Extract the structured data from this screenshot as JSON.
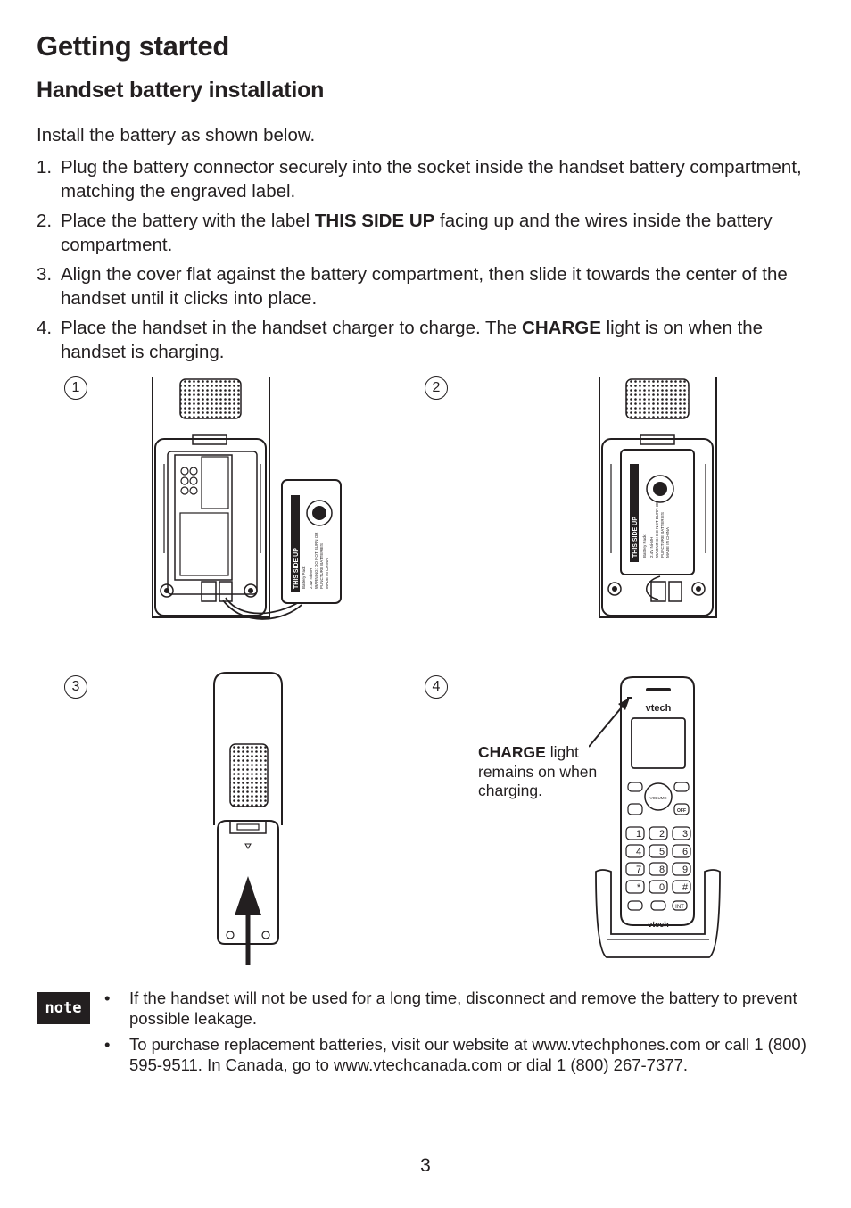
{
  "header": {
    "title": "Getting started",
    "subtitle": "Handset battery installation"
  },
  "intro": "Install the battery as shown below.",
  "steps": [
    {
      "num": "1.",
      "pre": "Plug the battery connector securely into the socket inside the handset battery compartment, matching the engraved label.",
      "bold": "",
      "post": ""
    },
    {
      "num": "2.",
      "pre": "Place the battery with the label ",
      "bold": "THIS SIDE UP",
      "post": " facing up and the wires inside the battery compartment."
    },
    {
      "num": "3.",
      "pre": "Align the cover flat against the battery compartment, then slide it towards the center of the handset until it clicks into place.",
      "bold": "",
      "post": ""
    },
    {
      "num": "4.",
      "pre": "Place the handset in the handset charger to charge. The ",
      "bold": "CHARGE",
      "post": " light is on when the handset is charging."
    }
  ],
  "figures": {
    "markers": [
      "1",
      "2",
      "3",
      "4"
    ],
    "battery_label": "THIS SIDE UP",
    "battery_small": [
      "Battery Pack",
      "2.4V Ni-MH",
      "WARNING: DO NOT BURN OR",
      "PUNCTURE BATTERIES",
      "MADE IN CHINA"
    ],
    "brand": "vtech",
    "key_labels": [
      "1",
      "2",
      "3",
      "4",
      "5",
      "6",
      "7",
      "8",
      "9",
      "*",
      "0",
      "#"
    ],
    "handset_text": {
      "volume": "VOLUME",
      "off": "OFF",
      "int": "INT"
    },
    "caption_bold": "CHARGE",
    "caption_rest": " light remains on when charging."
  },
  "note": {
    "badge": "note",
    "items": [
      "If the handset will not be used for a long time, disconnect and remove the battery to prevent possible leakage.",
      "To purchase replacement batteries, visit our website at www.vtechphones.com or call 1 (800) 595-9511. In Canada, go to www.vtechcanada.com or dial 1 (800) 267-7377."
    ]
  },
  "page_number": "3"
}
